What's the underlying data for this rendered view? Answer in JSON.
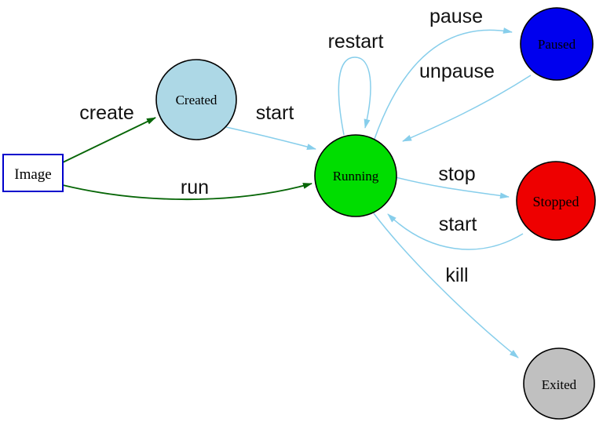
{
  "diagram": {
    "type": "state-diagram",
    "subject": "container-lifecycle",
    "colors": {
      "background": "#ffffff",
      "edge_blue": "#87ceeb",
      "edge_green": "#076607",
      "node_border": "#000000",
      "image_border": "#0000cc"
    },
    "nodes": {
      "image": {
        "label": "Image",
        "shape": "rectangle",
        "fill": "#ffffff",
        "stroke": "#0000cc"
      },
      "created": {
        "label": "Created",
        "shape": "circle",
        "fill": "#add8e6",
        "stroke": "#000000"
      },
      "running": {
        "label": "Running",
        "shape": "circle",
        "fill": "#00dd00",
        "stroke": "#000000"
      },
      "paused": {
        "label": "Paused",
        "shape": "circle",
        "fill": "#0000ee",
        "stroke": "#000000"
      },
      "stopped": {
        "label": "Stopped",
        "shape": "circle",
        "fill": "#ee0000",
        "stroke": "#000000"
      },
      "exited": {
        "label": "Exited",
        "shape": "circle",
        "fill": "#c0c0c0",
        "stroke": "#000000"
      }
    },
    "edges": [
      {
        "id": "create",
        "label": "create",
        "from": "image",
        "to": "created",
        "color": "#076607"
      },
      {
        "id": "run",
        "label": "run",
        "from": "image",
        "to": "running",
        "color": "#076607"
      },
      {
        "id": "start",
        "label": "start",
        "from": "created",
        "to": "running",
        "color": "#87ceeb"
      },
      {
        "id": "restart",
        "label": "restart",
        "from": "running",
        "to": "running",
        "color": "#87ceeb"
      },
      {
        "id": "pause",
        "label": "pause",
        "from": "running",
        "to": "paused",
        "color": "#87ceeb"
      },
      {
        "id": "unpause",
        "label": "unpause",
        "from": "paused",
        "to": "running",
        "color": "#87ceeb"
      },
      {
        "id": "stop",
        "label": "stop",
        "from": "running",
        "to": "stopped",
        "color": "#87ceeb"
      },
      {
        "id": "start-again",
        "label": "start",
        "from": "stopped",
        "to": "running",
        "color": "#87ceeb"
      },
      {
        "id": "kill",
        "label": "kill",
        "from": "running",
        "to": "exited",
        "color": "#87ceeb"
      }
    ]
  }
}
